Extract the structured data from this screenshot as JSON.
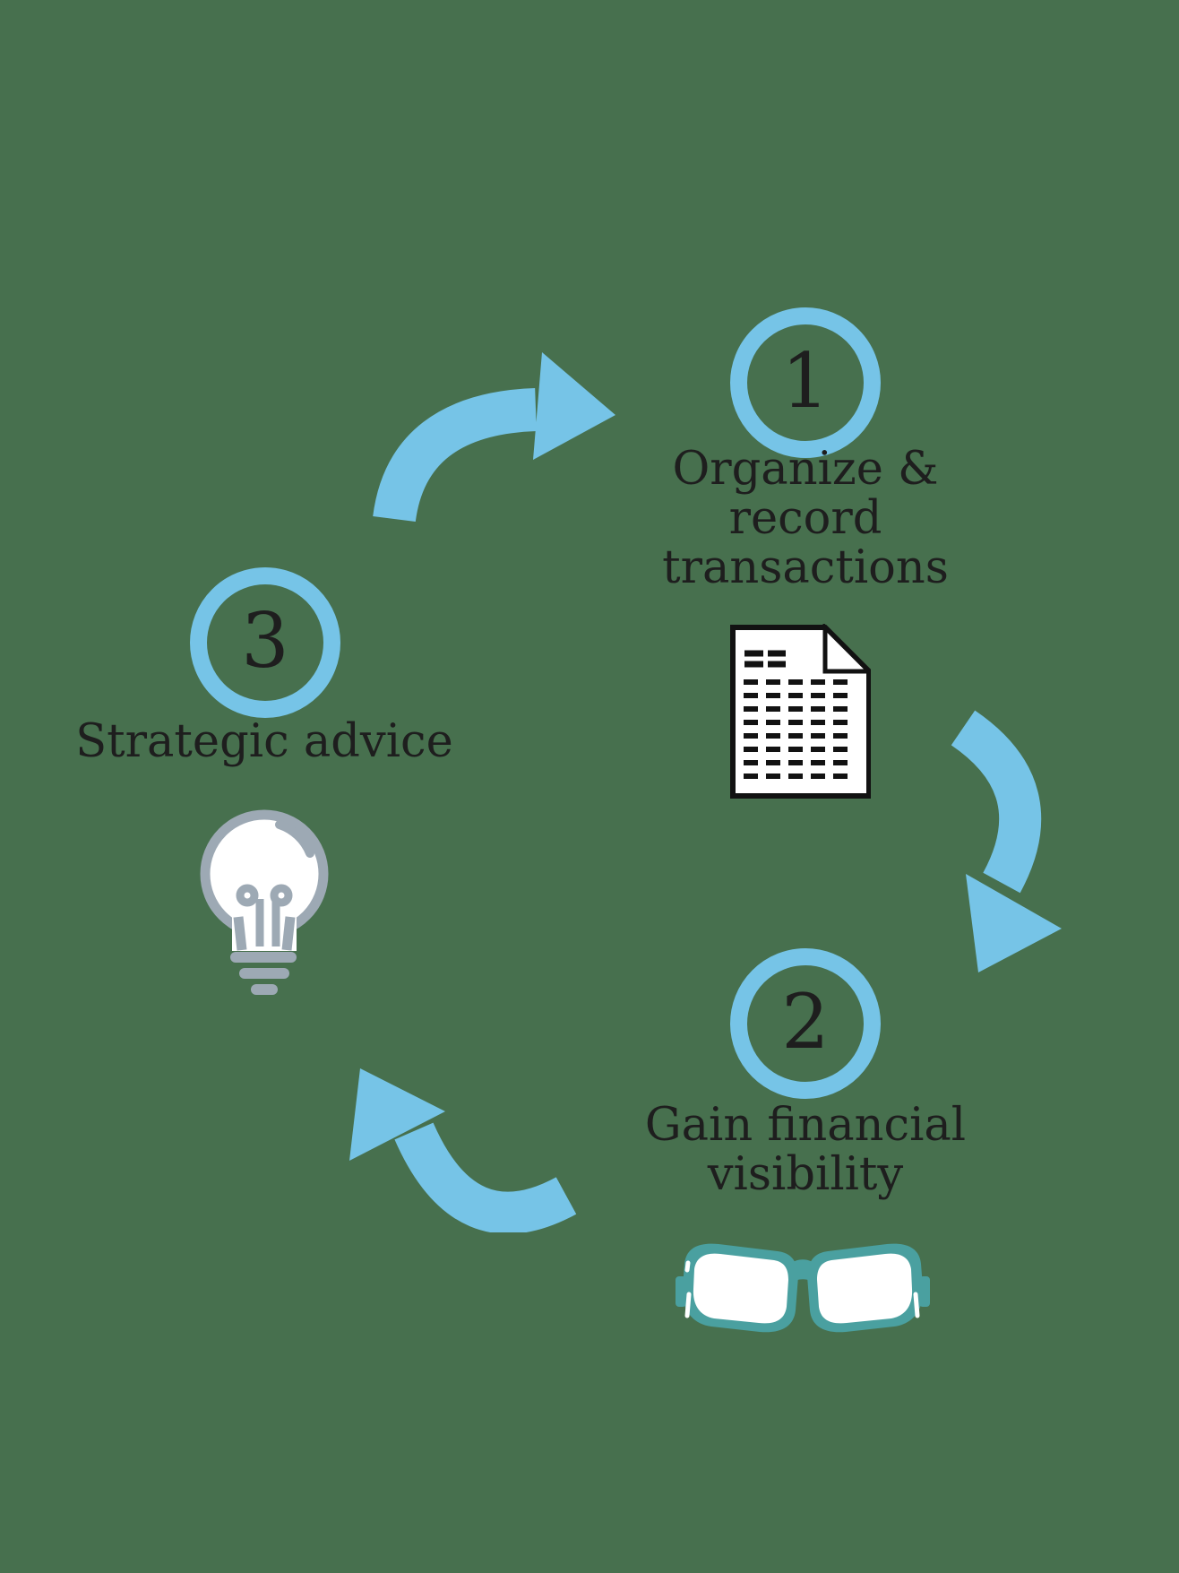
{
  "colors": {
    "background": "#47704E",
    "accent_blue": "#76C4E7",
    "glasses_teal": "#4AA0A0",
    "bulb_grey": "#9DA9B4",
    "text": "#1E1E1E",
    "outline": "#121212",
    "white": "#FFFFFF"
  },
  "steps": [
    {
      "number": "1",
      "label": "Organize & record transactions",
      "lines": [
        "Organize &",
        "record",
        "transactions"
      ],
      "icon": "document-icon"
    },
    {
      "number": "2",
      "label": "Gain financial visibility",
      "lines": [
        "Gain financial",
        "visibility"
      ],
      "icon": "glasses-icon"
    },
    {
      "number": "3",
      "label": "Strategic advice",
      "lines": [
        "Strategic advice"
      ],
      "icon": "lightbulb-icon"
    }
  ],
  "arrows": [
    {
      "name": "arrow-step3-to-step1",
      "shape": "curved-right"
    },
    {
      "name": "arrow-step1-to-step2",
      "shape": "curved-down"
    },
    {
      "name": "arrow-step2-to-step3",
      "shape": "curved-up-left"
    }
  ]
}
